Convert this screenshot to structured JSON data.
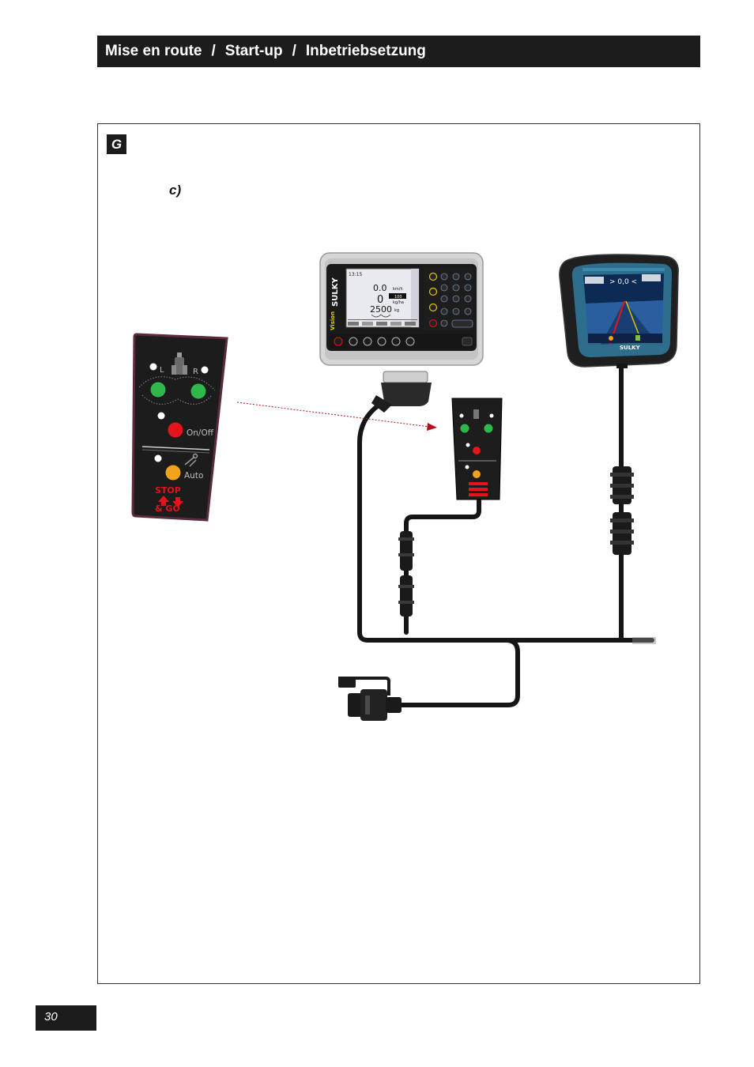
{
  "header": {
    "title_fr": "Mise en route",
    "title_en": "Start-up",
    "title_de": "Inbetriebsetzung",
    "separator": "/"
  },
  "section": {
    "badge": "G",
    "step": "c)"
  },
  "page_number": "30",
  "keypad": {
    "label_l": "L",
    "label_r": "R",
    "onoff": "On/Off",
    "auto": "Auto",
    "stop_go_1": "STOP",
    "stop_go_2": "& GO"
  },
  "vision_console": {
    "brand": "SULKY",
    "model": "Vision",
    "reading_speed": "0.0",
    "unit_speed": "km/h",
    "reading_rate": "0",
    "reading_rate_target": "100",
    "unit_rate": "kg/ha",
    "reading_hopper": "2500",
    "unit_hopper": "kg",
    "time": "13:15"
  },
  "gps_terminal": {
    "brand": "SULKY",
    "readout": "> 0,0 <"
  },
  "colors": {
    "dark": "#1c1c1c",
    "cable": "#151515",
    "led_green": "#2fb84a",
    "led_red": "#e3141b",
    "led_orange": "#f2a21c",
    "stopgo_red": "#e3141b",
    "screen_blue": "#1e6fb5",
    "arrow_red": "#b0141b"
  }
}
